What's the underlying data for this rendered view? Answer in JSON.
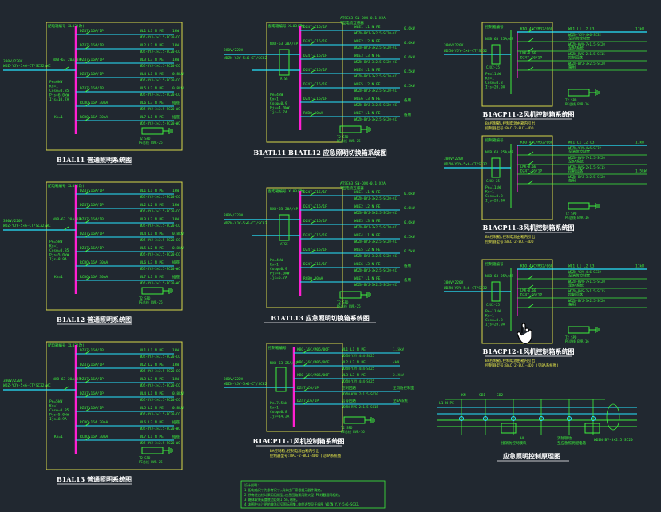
{
  "colors": {
    "background": "#212830",
    "frame": "#d8d84a",
    "busbar": "#ff1fd2",
    "feeder": "#27e6ff",
    "label": "#3df03d",
    "title": "#ffffff",
    "yellow": "#e8e84a"
  },
  "lighting_panels": [
    {
      "title": "B1AL11 普通照明系统图",
      "header": "配电箱编号 XL03(改)",
      "incoming": [
        "380V/220V",
        "WDZ-YJY-5×6-CT/SC32/WC"
      ],
      "switch": "NXB-63 20A/3P",
      "params": [
        "Pe=6kW",
        "Kx=1",
        "Cosφ=0.85",
        "Pjs=6.0kW",
        "Ijs=10.7A"
      ],
      "breakers": [
        "DZ47-16A/1P",
        "DZ47-16A/1P",
        "DZ47-16A/1P",
        "DZ47-16A/1P",
        "DZ47-16A/1P",
        "RCBO-16A 30mA",
        "RCBO-16A 30mA"
      ],
      "circuits": [
        "WL1 L1 N PE",
        "WL2 L2 N PE",
        "WL3 L3 N PE",
        "WL4 L1 N PE",
        "WL5 L2 N PE",
        "WL6 L3 N PE",
        "WL7 L1 N PE"
      ],
      "cables": [
        "WDZ-BYJ-3×2.5-PC20-CC",
        "WDZ-BYJ-3×2.5-PC20-CC",
        "WDZ-BYJ-3×2.5-PC20-CC",
        "WDZ-BYJ-3×2.5-PC20-CC",
        "WDZ-BYJ-3×2.5-PC20-CC",
        "WDZ-BYJ-3×2.5-PC20-WC",
        "WDZ-BYJ-3×2.5-PC20-WC"
      ],
      "loads": [
        "1kW",
        "1kW",
        "1kW",
        "0.8kW",
        "0.8kW",
        "插座",
        "插座"
      ],
      "spd": "T2 SPD",
      "earth": "PE总线 BVR-25"
    },
    {
      "title": "B1AL12 普通照明系统图",
      "header": "配电箱编号 XL03(改)",
      "incoming": [
        "380V/220V",
        "WDZ-YJY-5×6-CT/SC32/WC"
      ],
      "switch": "NXB-63 20A/3P",
      "params": [
        "Pe=5kW",
        "Kx=1",
        "Cosφ=0.85",
        "Pjs=5.0kW",
        "Ijs=8.9A"
      ],
      "breakers": [
        "DZ47-16A/1P",
        "DZ47-16A/1P",
        "DZ47-16A/1P",
        "DZ47-16A/1P",
        "DZ47-16A/1P",
        "RCBO-16A 30mA",
        "RCBO-16A 30mA"
      ],
      "circuits": [
        "WL1 L1 N PE",
        "WL2 L2 N PE",
        "WL3 L3 N PE",
        "WL4 L1 N PE",
        "WL5 L2 N PE",
        "WL6 L3 N PE",
        "WL7 L1 N PE"
      ],
      "cables": [
        "WDZ-BYJ-3×2.5-PC20-CC",
        "WDZ-BYJ-3×2.5-PC20-CC",
        "WDZ-BYJ-3×2.5-PC20-CC",
        "WDZ-BYJ-3×2.5-PC20-CC",
        "WDZ-BYJ-3×2.5-PC20-CC",
        "WDZ-BYJ-3×2.5-PC20-WC",
        "WDZ-BYJ-3×2.5-PC20-WC"
      ],
      "loads": [
        "1kW",
        "1kW",
        "1kW",
        "0.8kW",
        "0.8kW",
        "插座",
        "插座"
      ],
      "spd": "T2 SPD",
      "earth": "PE总线 BVR-25"
    },
    {
      "title": "B1AL13 普通照明系统图",
      "header": "配电箱编号 XL03(改)",
      "incoming": [
        "380V/220V",
        "WDZ-YJY-5×6-CT/SC32/WC"
      ],
      "switch": "NXB-63 20A/3P",
      "params": [
        "Pe=5kW",
        "Kx=1",
        "Cosφ=0.85",
        "Pjs=5.0kW",
        "Ijs=8.9A"
      ],
      "breakers": [
        "DZ47-16A/1P",
        "DZ47-16A/1P",
        "DZ47-16A/1P",
        "DZ47-16A/1P",
        "DZ47-16A/1P",
        "RCBO-16A 30mA",
        "RCBO-16A 30mA"
      ],
      "circuits": [
        "WL1 L1 N PE",
        "WL2 L2 N PE",
        "WL3 L3 N PE",
        "WL4 L1 N PE",
        "WL5 L2 N PE",
        "WL6 L3 N PE",
        "WL7 L1 N PE"
      ],
      "cables": [
        "WDZ-BYJ-3×2.5-PC20-CC",
        "WDZ-BYJ-3×2.5-PC20-CC",
        "WDZ-BYJ-3×2.5-PC20-CC",
        "WDZ-BYJ-3×2.5-PC20-CC",
        "WDZ-BYJ-3×2.5-PC20-CC",
        "WDZ-BYJ-3×2.5-PC20-WC",
        "WDZ-BYJ-3×2.5-PC20-WC"
      ],
      "loads": [
        "1kW",
        "1kW",
        "1kW",
        "0.8kW",
        "0.8kW",
        "插座",
        "插座"
      ],
      "spd": "T2 SPD",
      "earth": "PE总线 BVR-25"
    }
  ],
  "emergency_panels": [
    {
      "title": "B1ATL11 B1ATL12 应急照明切换箱系统图",
      "header": "配电箱编号 XL03(改)",
      "top_note": [
        "ATSE63 SN-DXX-0.1-X2A",
        "T型电流互感器"
      ],
      "incoming": [
        "380V/220V",
        "WDZN-YJY-5×6-CT/SC32"
      ],
      "switch": "NXB-63 20A/4P",
      "ats": "ATSE",
      "params": [
        "Pe=4kW",
        "Kx=1",
        "Cosφ=0.9",
        "Pjs=4.0kW",
        "Ijs=6.7A"
      ],
      "breakers": [
        "DZ47-C16/1P",
        "DZ47-C16/1P",
        "DZ47-C16/1P",
        "DZ47-C16/1P",
        "DZ47-C16/1P",
        "DZ47-C16/1P",
        "RCBO 30mA"
      ],
      "circuits": [
        "WLE1 L1 N PE",
        "WLE2 L2 N PE",
        "WLE3 L3 N PE",
        "WLE4 L1 N PE",
        "WLE5 L2 N PE",
        "WLE6 L3 N PE",
        "WLE7 L1 N PE"
      ],
      "cables": [
        "WDZN-BYJ-3×2.5-SC20-CC",
        "WDZN-BYJ-3×2.5-SC20-CC",
        "WDZN-BYJ-3×2.5-SC20-CC",
        "WDZN-BYJ-3×2.5-SC20-CC",
        "WDZN-BYJ-3×2.5-SC20-CC",
        "WDZN-BYJ-3×2.5-SC20-CC",
        "WDZN-BYJ-3×2.5-SC20-CC"
      ],
      "loads": [
        "0.6kW",
        "0.6kW",
        "0.6kW",
        "0.5kW",
        "0.5kW",
        "备用",
        "备用"
      ],
      "spd": "T2 SPD",
      "earth": "PE总线 BVR-25"
    },
    {
      "title": "B1ATL13 应急照明切换箱系统图",
      "header": "配电箱编号 XL03(改)",
      "top_note": [
        "ATSE63 SN-DXX-0.1-X2A",
        "T型电流互感器"
      ],
      "incoming": [
        "380V/220V",
        "WDZN-YJY-5×6-CT/SC32"
      ],
      "switch": "NXB-63 20A/4P",
      "ats": "ATSE",
      "params": [
        "Pe=4kW",
        "Kx=1",
        "Cosφ=0.9",
        "Pjs=4.0kW",
        "Ijs=6.7A"
      ],
      "breakers": [
        "DZ47-C16/1P",
        "DZ47-C16/1P",
        "DZ47-C16/1P",
        "DZ47-C16/1P",
        "DZ47-C16/1P",
        "DZ47-C16/1P",
        "RCBO 30mA"
      ],
      "circuits": [
        "WLE1 L1 N PE",
        "WLE2 L2 N PE",
        "WLE3 L3 N PE",
        "WLE4 L1 N PE",
        "WLE5 L2 N PE",
        "WLE6 L3 N PE",
        "WLE7 L1 N PE"
      ],
      "cables": [
        "WDZN-BYJ-3×2.5-SC20-CC",
        "WDZN-BYJ-3×2.5-SC20-CC",
        "WDZN-BYJ-3×2.5-SC20-CC",
        "WDZN-BYJ-3×2.5-SC20-CC",
        "WDZN-BYJ-3×2.5-SC20-CC",
        "WDZN-BYJ-3×2.5-SC20-CC",
        "WDZN-BYJ-3×2.5-SC20-CC"
      ],
      "loads": [
        "0.6kW",
        "0.6kW",
        "0.6kW",
        "0.5kW",
        "0.5kW",
        "备用",
        "备用"
      ],
      "spd": "T2 SPD",
      "earth": "PE总线 BVR-25"
    }
  ],
  "fan_panel_mid": {
    "title": "B1ACP11-1风机控制箱系统图",
    "header": "控制箱编号",
    "incoming": [
      "380V/220V",
      "WDZN-YJY-5×6-CT/SC32"
    ],
    "switch": "NXB-63 25A/4P",
    "params": [
      "Pe=7.5kW",
      "Kx=1",
      "Cosφ=0.8",
      "Ijs=14.2A"
    ],
    "rows": [
      {
        "breaker": "KBO-16C/M06/06F",
        "circuit": "WL1 L1 N PE",
        "load": "1.5kW",
        "cable": "WDZN-YJY-4×4-SC25"
      },
      {
        "breaker": "KBO-16C/M06/06F",
        "circuit": "WL2 L2 N PE",
        "load": "4kW",
        "cable": "WDZN-YJY-4×4-SC25"
      },
      {
        "breaker": "KBO-16C/M06/06F",
        "circuit": "WL3 L3 N PE",
        "load": "2.2kW",
        "cable": "WDZN-YJY-4×4-SC25"
      },
      {
        "breaker": "DZ47-C6/1P",
        "circuit": "控制回路",
        "load": "至消防控制室",
        "cable": "WDZN-KVV-7×1.5-SC20"
      },
      {
        "breaker": "DZ47-C6/1P",
        "circuit": "信号回路",
        "load": "至BA系统",
        "cable": "WDZN-RVS-2×1.5-SC15"
      }
    ],
    "spd": "T2 SPD",
    "earth": "PE总线 BVR-16",
    "notes": [
      "BA控制箱,控制电源由箱内引出",
      "控制器型号:BAC-2-8UI-4DO (见BA系统图)"
    ]
  },
  "fan_panels_right": [
    {
      "title": "B1ACP11-2风机控制箱系统图",
      "header": "控制箱编号",
      "incoming": [
        "380V/220V",
        "WDZN-YJY-5×6-CT/SC32"
      ],
      "switch": "NXB-63 25A/4P",
      "params": [
        "Pe=11kW",
        "Kx=1",
        "Cosφ=0.8",
        "Ijs=20.9A"
      ],
      "contactor": "CJX2-25",
      "ct": "LMK-0.66",
      "rows": [
        {
          "breaker": "KBO-45C/M32/06F",
          "circuit": "WL1 L1 L2 L3",
          "load": "11kW",
          "cable": "WDZN-YJY-4×6-SC32"
        },
        {
          "breaker": "",
          "circuit": "至消防控制室",
          "load": "",
          "cable": "WDZN-KVV-7×1.5-SC20"
        },
        {
          "breaker": "",
          "circuit": "至BA系统",
          "load": "",
          "cable": "WDZN-RVS-2×1.5-SC15"
        },
        {
          "breaker": "DZ47-C6/1P",
          "circuit": "控制回路",
          "load": "",
          "cable": "WDZN-BYJ-3×2.5-SC20"
        },
        {
          "breaker": "",
          "circuit": "备用",
          "load": "",
          "cable": ""
        }
      ],
      "spd": "T2 SPD",
      "earth": "PE总线 BVR-16",
      "notes": [
        "BA控制箱,控制电源由箱内引出",
        "控制器型号:BAC-2-8UI-4DO"
      ]
    },
    {
      "title": "B1ACP11-3风机控制箱系统图",
      "header": "控制箱编号",
      "incoming": [
        "380V/220V",
        "WDZN-YJY-5×6-CT/SC32"
      ],
      "switch": "NXB-63 25A/4P",
      "params": [
        "Pe=11kW",
        "Kx=1",
        "Cosφ=0.8",
        "Ijs=20.9A"
      ],
      "contactor": "CJX2-25",
      "ct": "LMK-0.66",
      "rows": [
        {
          "breaker": "KBO-45C/M32/06F",
          "circuit": "WL1 L1 L2 L3",
          "load": "11kW",
          "cable": "WDZN-YJY-4×6-SC32"
        },
        {
          "breaker": "",
          "circuit": "至消防控制室",
          "load": "",
          "cable": "WDZN-KVV-7×1.5-SC20"
        },
        {
          "breaker": "",
          "circuit": "至BA系统",
          "load": "",
          "cable": "WDZN-RVS-2×1.5-SC15"
        },
        {
          "breaker": "DZ47-C6/1P",
          "circuit": "控制回路",
          "load": "1.5kW",
          "cable": "WDZN-BYJ-3×2.5-SC20"
        },
        {
          "breaker": "",
          "circuit": "备用",
          "load": "",
          "cable": ""
        }
      ],
      "spd": "T2 SPD",
      "earth": "PE总线 BVR-16",
      "notes": [
        "BA控制箱,控制电源由箱内引出",
        "控制器型号:BAC-2-8UI-4DO"
      ]
    },
    {
      "title": "B1ACP12-1风机控制箱系统图",
      "header": "控制箱编号",
      "incoming": [
        "380V/220V",
        "WDZN-YJY-5×6-CT/SC32"
      ],
      "switch": "NXB-63 25A/4P",
      "params": [
        "Pe=11kW",
        "Kx=1",
        "Cosφ=0.8",
        "Ijs=20.9A"
      ],
      "contactor": "CJX2-25",
      "ct": "LMK-0.66",
      "rows": [
        {
          "breaker": "KBO-45C/M32/06F",
          "circuit": "WL1 L1 L2 L3",
          "load": "11kW",
          "cable": "WDZN-YJY-4×6-SC32"
        },
        {
          "breaker": "",
          "circuit": "至消防控制室",
          "load": "",
          "cable": "WDZN-KVV-7×1.5-SC20"
        },
        {
          "breaker": "",
          "circuit": "至BA系统",
          "load": "",
          "cable": "WDZN-RVS-2×1.5-SC15"
        },
        {
          "breaker": "DZ47-C6/1P",
          "circuit": "控制回路",
          "load": "",
          "cable": "WDZN-BYJ-3×2.5-SC20"
        },
        {
          "breaker": "",
          "circuit": "备用",
          "load": "",
          "cable": ""
        }
      ],
      "spd": "T2 SPD",
      "earth": "PE总线 BVR-16",
      "notes": [
        "BA控制箱,控制电源由箱内引出",
        "控制器型号:BAC-2-8UI-4DO (见BA系统图)"
      ]
    }
  ],
  "emergency_control": {
    "title": "应急照明控制原理图",
    "labels": [
      "L1 N PE",
      "KM",
      "SB1",
      "SB2",
      "HL",
      "消防联动",
      "接消防控制模块",
      "至应急照明配电箱"
    ],
    "cable": "WDZN-BV-3×2.5-SC20"
  },
  "notes_box": {
    "lines": [
      "设计说明:",
      "1.配电箱尺寸为参考尺寸,具体由厂家根据元器件确定。",
      "2.所有进出线均采用阻燃型,应急回路采用耐火型,PE线截面同相线。",
      "3.箱体安装高度底边距地1.5m,暗装。",
      "4.本图中未注明的做法详见国标图集,电缆选型见干线图 WDZN-YJY-5×6-SC32。"
    ]
  }
}
